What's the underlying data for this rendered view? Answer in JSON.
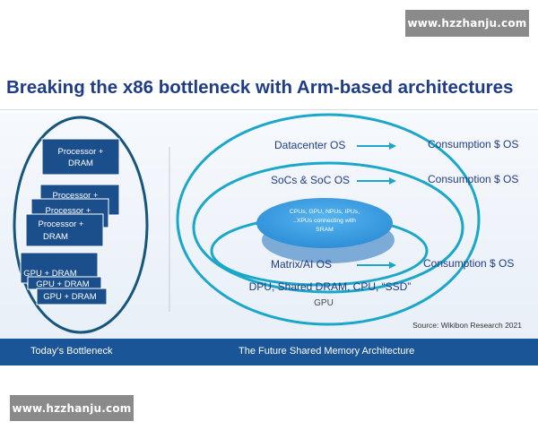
{
  "watermark": {
    "text": "www.hzzhanju.com"
  },
  "slide": {
    "title": "Breaking the x86 bottleneck with Arm-based architectures",
    "source": "Source: Wikibon Research 2021",
    "footer_left": "Today’s Bottleneck",
    "footer_right": "The Future Shared Memory Architecture"
  },
  "left_panel": {
    "box_single": [
      "Processor +",
      "DRAM"
    ],
    "stack_a": [
      [
        "Processor +"
      ],
      [
        "Processor +"
      ],
      [
        "Processor +",
        "DRAM"
      ]
    ],
    "stack_b": [
      "GPU + DRAM",
      "GPU + DRAM",
      "GPU + DRAM"
    ]
  },
  "right_panel": {
    "rows": [
      {
        "left": "Datacenter OS",
        "right": "Consumption $ OS"
      },
      {
        "left": "SoCs & SoC OS",
        "right": "Consumption $ OS"
      },
      {
        "left": "Matrix/AI OS",
        "right": "Consumption $ OS"
      }
    ],
    "center_disc": [
      "CPUs, GPU, NPUs, IPUs,",
      "..XPUs connecting with",
      "SRAM"
    ],
    "memory_line": "DPU, Shared DRAM, CPU, “SSD”",
    "gpu_label": "GPU"
  },
  "colors": {
    "title": "#1f3c88",
    "accent": "#1aa7c9",
    "dark_box": "#1b4f8c",
    "footer": "#1a5598",
    "disc": "#3aa0e6"
  }
}
